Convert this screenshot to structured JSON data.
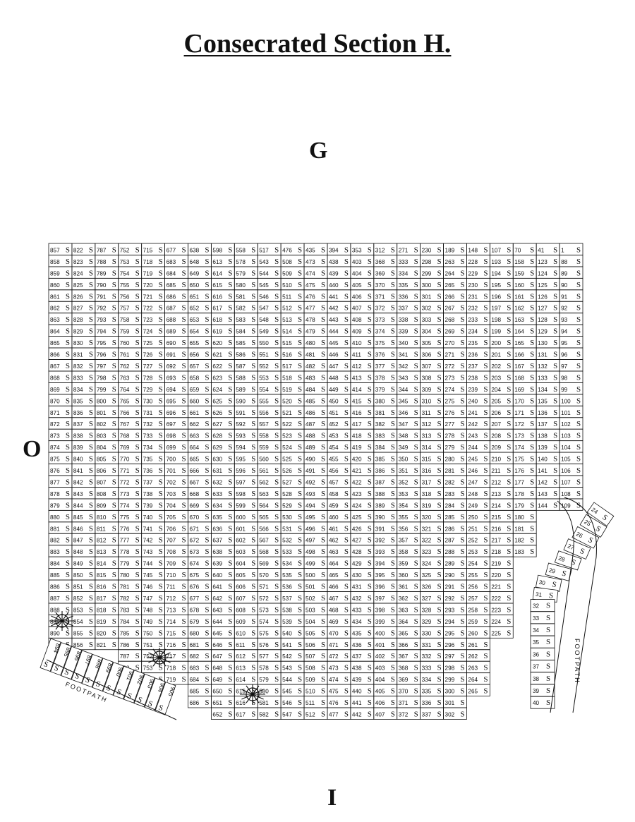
{
  "title": "Consecrated Section H.",
  "compass": {
    "north": "G",
    "west": "O",
    "south": "I"
  },
  "grid": {
    "row_start": 857,
    "col_step": 35,
    "s_label": "S",
    "label_overrides": {
      "0,4": "715",
      "0,5": "677",
      "0,6": "638",
      "0,7": "598",
      "0,8": "558",
      "0,9": "517",
      "0,10": "476",
      "0,11": "435",
      "0,12": "394",
      "0,13": "353",
      "0,14": "312",
      "0,15": "271",
      "0,16": "230",
      "0,17": "189",
      "0,18": "148",
      "0,19": "107",
      "0,20": "70",
      "0,21": "41",
      "0,22": "1"
    }
  },
  "curve_plots": [
    "24",
    "25",
    "26",
    "27",
    "28",
    "29",
    "30",
    "31",
    "32",
    "33",
    "34",
    "35",
    "36",
    "37",
    "38",
    "39",
    "40"
  ],
  "lower_left_plots": [
    "894",
    "895",
    "896",
    "897",
    "898",
    "899",
    "900",
    "901",
    "902",
    "903",
    "904",
    "905"
  ],
  "footpath_label": "FOOTPATH",
  "colors": {
    "ink": "#111111",
    "paper": "#ffffff"
  }
}
